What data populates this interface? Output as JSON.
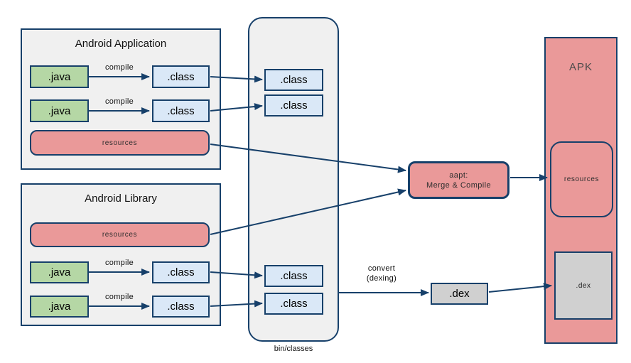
{
  "labels": {
    "java": ".java",
    "class": ".class",
    "compile": "compile",
    "resources": "resources",
    "dex": ".dex"
  },
  "app_group": {
    "title": "Android Application"
  },
  "lib_group": {
    "title": "Android Library"
  },
  "bin_container": {
    "caption": "bin/classes"
  },
  "aapt_box": {
    "line1": "aapt:",
    "line2": "Merge & Compile"
  },
  "convert_label": {
    "line1": "convert",
    "line2": "(dexing)"
  },
  "apk": {
    "title": "APK"
  },
  "colors": {
    "border": "#17406a",
    "group_fill": "#f0f0f0",
    "java_fill": "#b5d7a5",
    "class_fill": "#dae8f7",
    "red_fill": "#ea9999",
    "dex_fill": "#d0d0d0"
  }
}
